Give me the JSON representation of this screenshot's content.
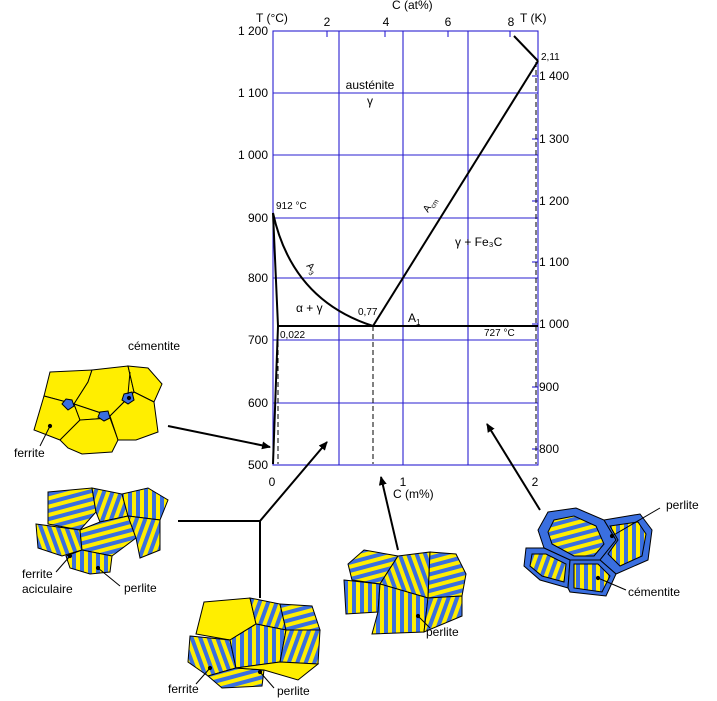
{
  "chart_data": {
    "type": "diagram",
    "axes": {
      "left": {
        "label": "T (°C)",
        "ticks": [
          "1 200",
          "1 100",
          "1 000",
          "900",
          "800",
          "700",
          "600",
          "500"
        ]
      },
      "right": {
        "label": "T (K)",
        "ticks": [
          "1 400",
          "1 300",
          "1 200",
          "1 100",
          "1 000",
          "900",
          "800"
        ]
      },
      "top": {
        "label": "C (at%)",
        "ticks": [
          "2",
          "4",
          "6",
          "8"
        ]
      },
      "bottom": {
        "label": "C (m%)",
        "ticks": [
          "0",
          "1",
          "2"
        ]
      }
    },
    "regions": {
      "austenite_name": "austénite",
      "austenite_symbol": "γ",
      "alpha_gamma": "α + γ",
      "gamma_fe3c": "γ + Fe₃C"
    },
    "points": {
      "t912": "912 °C",
      "c211": "2,11",
      "c077": "0,77",
      "c0022": "0,022",
      "t727": "727 °C"
    },
    "lines": {
      "a3": "A",
      "a3_sub": "3",
      "acm": "A",
      "acm_sub": "cm",
      "a1": "A",
      "a1_sub": "1"
    },
    "microstructures": {
      "top_left": {
        "label_top": "cémentite",
        "label_left": "ferrite"
      },
      "mid_left": {
        "label_a": "ferrite",
        "label_b": "aciculaire",
        "label_c": "perlite"
      },
      "bottom_mid": {
        "label_a": "ferrite",
        "label_b": "perlite"
      },
      "center": {
        "label": "perlite"
      },
      "right": {
        "label_a": "perlite",
        "label_b": "cémentite"
      }
    },
    "colors": {
      "grid": "#2a1fd0",
      "yellow": "#ffee00",
      "blue": "#3a6fe0",
      "line": "#000000"
    }
  }
}
